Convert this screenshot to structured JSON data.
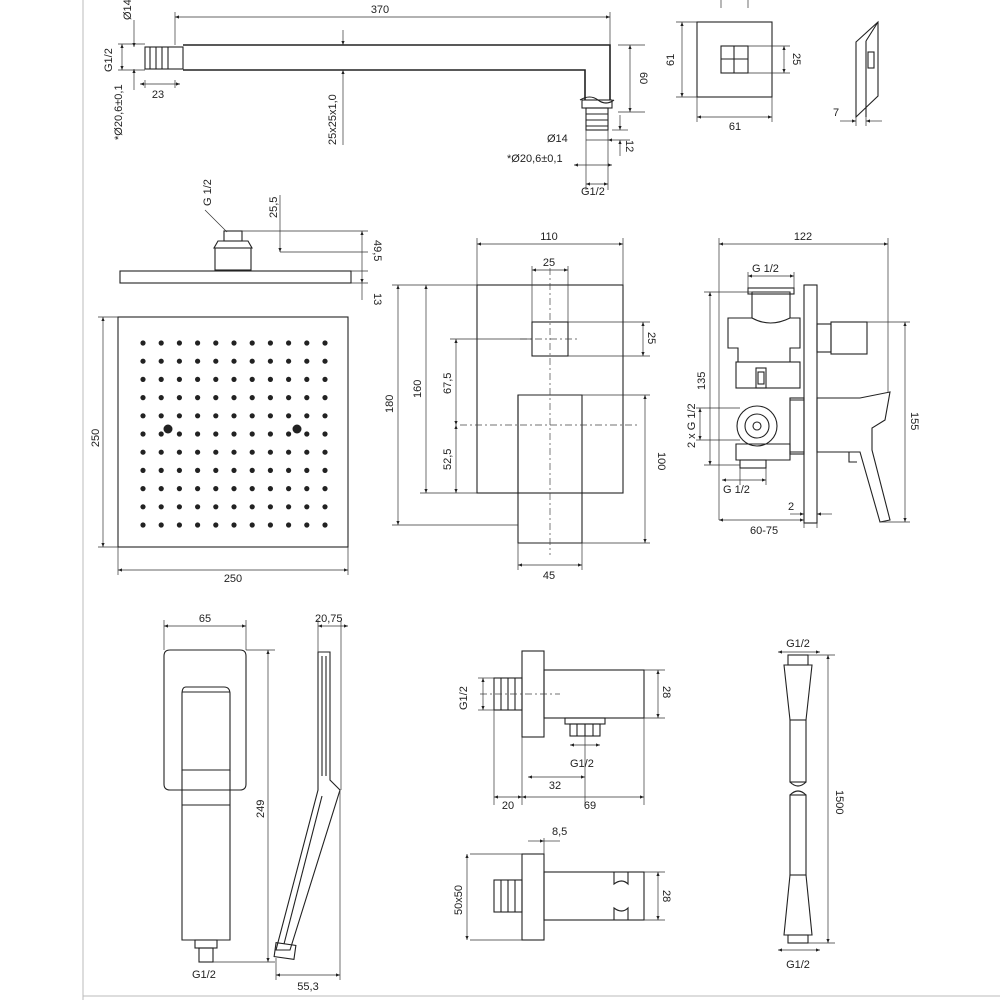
{
  "dims": {
    "arm_dia_top": "Ø14",
    "arm_thread": "G1/2",
    "arm_outer_dia": "*Ø20,6±0,1",
    "arm_thread_len": "23",
    "arm_length": "370",
    "arm_profile": "25x25x1,0",
    "arm_drop": "60",
    "arm_end_dia": "Ø14",
    "arm_end_outer": "*Ø20,6±0,1",
    "arm_end_thread": "G1/2",
    "arm_end_len": "12",
    "flange_h": "61",
    "flange_w": "61",
    "flange_inner": "25",
    "flange_depth": "7",
    "head_thread": "G 1/2",
    "head_conn": "25,5",
    "head_height": "49,5",
    "head_thick": "13",
    "head_h": "250",
    "head_w": "250",
    "plate_w": "110",
    "plate_outer_h": "180",
    "plate_inner_h": "160",
    "plate_sq": "25",
    "plate_sq_side": "25",
    "plate_upper": "67,5",
    "plate_lower": "52,5",
    "plate_handle_h": "100",
    "plate_handle_w": "45",
    "mixer_w": "122",
    "mixer_top_thread": "G 1/2",
    "mixer_h": "135",
    "mixer_outlets": "2 x G 1/2",
    "mixer_total": "155",
    "mixer_bottom_thread": "G 1/2",
    "mixer_plate": "2",
    "mixer_depth": "60-75",
    "hand_w": "65",
    "hand_len": "249",
    "hand_thread": "G1/2",
    "hand_side_w": "20,75",
    "hand_side_base": "55,3",
    "outlet_thread": "G1/2",
    "outlet_h": "28",
    "outlet_lower_thread": "G1/2",
    "outlet_32": "32",
    "outlet_20": "20",
    "outlet_69": "69",
    "holder_85": "8,5",
    "holder_size": "50x50",
    "holder_h": "28",
    "hose_top": "G1/2",
    "hose_len": "1500",
    "hose_bottom": "G1/2"
  }
}
